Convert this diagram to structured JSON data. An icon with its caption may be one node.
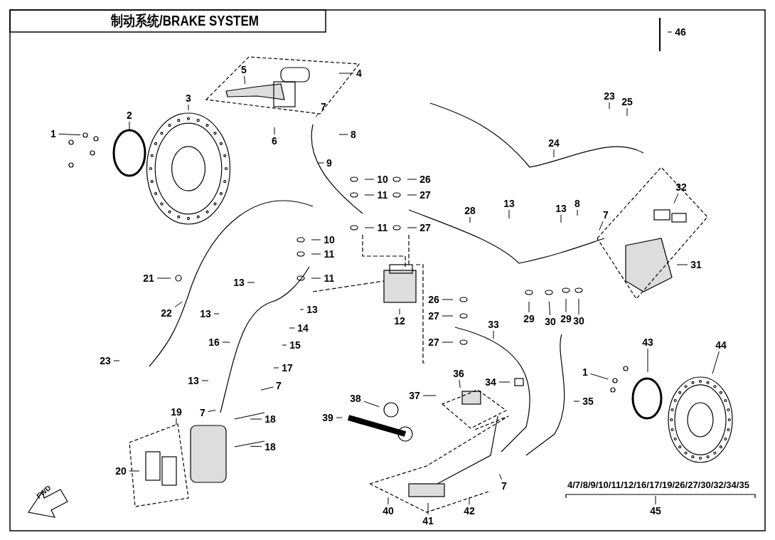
{
  "diagram": {
    "title": "制动系统/BRAKE SYSTEM",
    "nodes": [
      {
        "text": [
          "1"
        ]
      },
      {
        "text": [
          "2"
        ]
      },
      {
        "text": [
          "3"
        ]
      },
      {
        "text": [
          "4"
        ]
      },
      {
        "text": [
          "5"
        ]
      },
      {
        "text": [
          "7"
        ]
      },
      {
        "text": [
          "6"
        ]
      },
      {
        "text": [
          "8"
        ]
      },
      {
        "text": [
          "9"
        ]
      },
      {
        "text": [
          "10"
        ]
      },
      {
        "text": [
          "11"
        ]
      },
      {
        "text": [
          "11"
        ]
      },
      {
        "text": [
          "26"
        ]
      },
      {
        "text": [
          "27"
        ]
      },
      {
        "text": [
          "27"
        ]
      },
      {
        "text": [
          "23"
        ]
      },
      {
        "text": [
          "25"
        ]
      },
      {
        "text": [
          "24"
        ]
      },
      {
        "text": [
          "46"
        ]
      },
      {
        "text": [
          "13"
        ]
      },
      {
        "text": [
          "28"
        ]
      },
      {
        "text": [
          "8"
        ]
      },
      {
        "text": [
          "13"
        ]
      },
      {
        "text": [
          "7"
        ]
      },
      {
        "text": [
          "32"
        ]
      },
      {
        "text": [
          "31"
        ]
      },
      {
        "text": [
          "10"
        ]
      },
      {
        "text": [
          "11"
        ]
      },
      {
        "text": [
          "11"
        ]
      },
      {
        "text": [
          "13"
        ]
      },
      {
        "text": [
          "21"
        ]
      },
      {
        "text": [
          "13"
        ]
      },
      {
        "text": [
          "13"
        ]
      },
      {
        "text": [
          "22"
        ]
      },
      {
        "text": [
          "12"
        ]
      },
      {
        "text": [
          "26"
        ]
      },
      {
        "text": [
          "29"
        ]
      },
      {
        "text": [
          "30"
        ]
      },
      {
        "text": [
          "29"
        ]
      },
      {
        "text": [
          "30"
        ]
      },
      {
        "text": [
          "27"
        ]
      },
      {
        "text": [
          "14"
        ]
      },
      {
        "text": [
          "33"
        ]
      },
      {
        "text": [
          "27"
        ]
      },
      {
        "text": [
          "16"
        ]
      },
      {
        "text": [
          "15"
        ]
      },
      {
        "text": [
          "43"
        ]
      },
      {
        "text": [
          "44"
        ]
      },
      {
        "text": [
          "23"
        ]
      },
      {
        "text": [
          "17"
        ]
      },
      {
        "text": [
          "36"
        ]
      },
      {
        "text": [
          "1"
        ]
      },
      {
        "text": [
          "13"
        ]
      },
      {
        "text": [
          "7"
        ]
      },
      {
        "text": [
          "34"
        ]
      },
      {
        "text": [
          "37"
        ]
      },
      {
        "text": [
          "38"
        ]
      },
      {
        "text": [
          "35"
        ]
      },
      {
        "text": [
          "19"
        ]
      },
      {
        "text": [
          "7"
        ]
      },
      {
        "text": [
          "39"
        ]
      },
      {
        "text": [
          "18"
        ]
      },
      {
        "text": [
          "18"
        ]
      },
      {
        "text": [
          "20"
        ]
      },
      {
        "text": [
          "7"
        ]
      },
      {
        "text": [
          "40"
        ]
      },
      {
        "text": [
          "41"
        ]
      },
      {
        "text": [
          "42"
        ]
      },
      {
        "text": [
          "45"
        ]
      }
    ],
    "edges": [
      {
        "from": 0,
        "to": null,
        "arrow": "none"
      },
      {
        "from": 1,
        "to": null,
        "arrow": "none"
      },
      {
        "from": 2,
        "to": null,
        "arrow": "none"
      },
      {
        "from": 3,
        "to": null,
        "arrow": "none"
      },
      {
        "from": 4,
        "to": null,
        "arrow": "none"
      },
      {
        "from": 5,
        "to": null,
        "arrow": "none"
      },
      {
        "from": 6,
        "to": null,
        "arrow": "none"
      },
      {
        "from": 7,
        "to": null,
        "arrow": "none"
      },
      {
        "from": 8,
        "to": null,
        "arrow": "none"
      },
      {
        "from": 9,
        "to": null,
        "arrow": "none"
      },
      {
        "from": 10,
        "to": null,
        "arrow": "none"
      },
      {
        "from": 11,
        "to": null,
        "arrow": "none"
      },
      {
        "from": 12,
        "to": null,
        "arrow": "none"
      },
      {
        "from": 13,
        "to": null,
        "arrow": "none"
      },
      {
        "from": 14,
        "to": null,
        "arrow": "none"
      },
      {
        "from": 15,
        "to": null,
        "arrow": "none"
      },
      {
        "from": 16,
        "to": null,
        "arrow": "none"
      },
      {
        "from": 17,
        "to": null,
        "arrow": "none"
      },
      {
        "from": 18,
        "to": null,
        "arrow": "none"
      },
      {
        "from": 19,
        "to": null,
        "arrow": "none"
      },
      {
        "from": 20,
        "to": null,
        "arrow": "none"
      },
      {
        "from": 21,
        "to": null,
        "arrow": "none"
      },
      {
        "from": 22,
        "to": null,
        "arrow": "none"
      },
      {
        "from": 23,
        "to": null,
        "arrow": "none"
      },
      {
        "from": 24,
        "to": null,
        "arrow": "none"
      },
      {
        "from": 25,
        "to": null,
        "arrow": "none"
      },
      {
        "from": 26,
        "to": null,
        "arrow": "none"
      },
      {
        "from": 27,
        "to": null,
        "arrow": "none"
      },
      {
        "from": 28,
        "to": null,
        "arrow": "none"
      },
      {
        "from": 29,
        "to": null,
        "arrow": "none"
      },
      {
        "from": 30,
        "to": null,
        "arrow": "none"
      },
      {
        "from": 31,
        "to": null,
        "arrow": "none"
      },
      {
        "from": 32,
        "to": null,
        "arrow": "none"
      },
      {
        "from": 33,
        "to": null,
        "arrow": "none"
      },
      {
        "from": 34,
        "to": null,
        "arrow": "none"
      },
      {
        "from": 35,
        "to": null,
        "arrow": "none"
      },
      {
        "from": 36,
        "to": null,
        "arrow": "none"
      },
      {
        "from": 37,
        "to": null,
        "arrow": "none"
      },
      {
        "from": 38,
        "to": null,
        "arrow": "none"
      },
      {
        "from": 39,
        "to": null,
        "arrow": "none"
      },
      {
        "from": 40,
        "to": null,
        "arrow": "none"
      },
      {
        "from": 41,
        "to": null,
        "arrow": "none"
      },
      {
        "from": 42,
        "to": null,
        "arrow": "none"
      },
      {
        "from": 43,
        "to": null,
        "arrow": "none"
      },
      {
        "from": 44,
        "to": null,
        "arrow": "none"
      },
      {
        "from": 45,
        "to": null,
        "arrow": "none"
      },
      {
        "from": 46,
        "to": null,
        "arrow": "none"
      },
      {
        "from": 47,
        "to": null,
        "arrow": "none"
      },
      {
        "from": 48,
        "to": null,
        "arrow": "none"
      },
      {
        "from": 49,
        "to": null,
        "arrow": "none"
      },
      {
        "from": 50,
        "to": null,
        "arrow": "none"
      },
      {
        "from": 51,
        "to": null,
        "arrow": "none"
      },
      {
        "from": 52,
        "to": null,
        "arrow": "none"
      },
      {
        "from": 53,
        "to": null,
        "arrow": "none"
      },
      {
        "from": 54,
        "to": null,
        "arrow": "none"
      },
      {
        "from": 55,
        "to": null,
        "arrow": "none"
      },
      {
        "from": 56,
        "to": null,
        "arrow": "none"
      },
      {
        "from": 57,
        "to": null,
        "arrow": "none"
      },
      {
        "from": 58,
        "to": null,
        "arrow": "none"
      },
      {
        "from": 59,
        "to": null,
        "arrow": "none"
      },
      {
        "from": 60,
        "to": null,
        "arrow": "none"
      },
      {
        "from": 61,
        "to": null,
        "arrow": "none"
      },
      {
        "from": 62,
        "to": null,
        "arrow": "none"
      },
      {
        "from": 63,
        "to": null,
        "arrow": "none"
      },
      {
        "from": 64,
        "to": null,
        "arrow": "none"
      },
      {
        "from": 65,
        "to": null,
        "arrow": "none"
      },
      {
        "from": 66,
        "to": null,
        "arrow": "none"
      },
      {
        "from": 67,
        "to": null,
        "arrow": "none"
      },
      {
        "from": 68,
        "to": null,
        "arrow": "none"
      }
    ],
    "labels": [
      "4/7/8/9/10/11/12/16/17/19/26/27/30/32/34/35",
      "FWD"
    ]
  }
}
